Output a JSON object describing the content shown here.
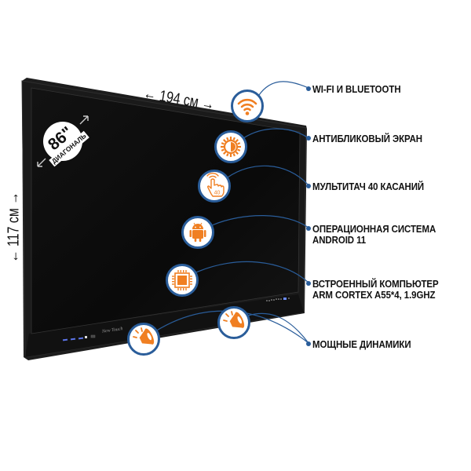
{
  "dimensions": {
    "width_label": "← 194 см →",
    "height_label": "← 117 см →",
    "diagonal_size": "86\"",
    "diagonal_word": "ДИАГОНАЛЬ"
  },
  "device": {
    "brand_logo": "New Touch",
    "bezel_color": "#1a1a1a",
    "screen_color": "#0d0d0d",
    "front_buttons": [
      "usb-port",
      "usb-port",
      "usb-port",
      "hdmi-port",
      "port"
    ],
    "front_indicator_dots": 8
  },
  "features": [
    {
      "icon": "wifi-icon",
      "label_lines": [
        "WI-FI И BLUETOOTH"
      ]
    },
    {
      "icon": "anti-glare-sun-icon",
      "label_lines": [
        "АНТИБЛИКОВЫЙ ЭКРАН"
      ]
    },
    {
      "icon": "multitouch-hand-icon",
      "icon_text": "40",
      "label_lines": [
        "МУЛЬТИТАЧ 40 КАСАНИЙ"
      ]
    },
    {
      "icon": "android-icon",
      "label_lines": [
        "ОПЕРАЦИОННАЯ СИСТЕМА",
        "ANDROID 11"
      ]
    },
    {
      "icon": "cpu-chip-icon",
      "label_lines": [
        "ВСТРОЕННЫЙ КОМПЬЮТЕР",
        "ARM CORTEX A55*4, 1.9GHZ"
      ]
    },
    {
      "icon": "speaker-icon",
      "label_lines": [
        "МОЩНЫЕ ДИНАМИКИ"
      ]
    }
  ],
  "colors": {
    "accent_orange": "#f07f22",
    "connector_blue": "#2a5d9a",
    "text": "#111111"
  }
}
